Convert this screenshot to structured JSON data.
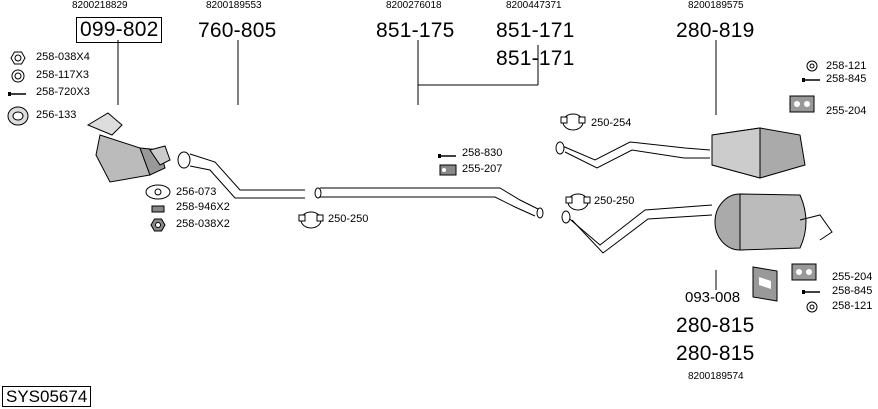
{
  "diagram": {
    "system_code": "SYS05674",
    "oem_numbers": [
      {
        "key": "oem_cat",
        "text": "8200218829"
      },
      {
        "key": "oem_front",
        "text": "8200189553"
      },
      {
        "key": "oem_mid",
        "text": "8200276018"
      },
      {
        "key": "oem_mid2",
        "text": "8200447371"
      },
      {
        "key": "oem_rear1",
        "text": "8200189575"
      },
      {
        "key": "oem_rear2",
        "text": "8200189574"
      }
    ],
    "main_parts": [
      {
        "key": "cat",
        "text": "099-802"
      },
      {
        "key": "front_pipe",
        "text": "760-805"
      },
      {
        "key": "mid_pipe",
        "text": "851-175"
      },
      {
        "key": "mid_alt1",
        "text": "851-171"
      },
      {
        "key": "mid_alt2",
        "text": "851-171"
      },
      {
        "key": "rear1",
        "text": "280-819"
      },
      {
        "key": "mount",
        "text": "093-008"
      },
      {
        "key": "rear2a",
        "text": "280-815"
      },
      {
        "key": "rear2b",
        "text": "280-815"
      }
    ],
    "small_parts": [
      {
        "key": "nut_top",
        "text": "258-038X4"
      },
      {
        "key": "washer",
        "text": "258-117X3"
      },
      {
        "key": "bolt_top",
        "text": "258-720X3"
      },
      {
        "key": "ring",
        "text": "256-133"
      },
      {
        "key": "gasket",
        "text": "256-073"
      },
      {
        "key": "bolt_x2",
        "text": "258-946X2"
      },
      {
        "key": "nut_x2",
        "text": "258-038X2"
      },
      {
        "key": "clamp_front",
        "text": "250-250"
      },
      {
        "key": "bolt_mid",
        "text": "258-830"
      },
      {
        "key": "hanger_mid",
        "text": "255-207"
      },
      {
        "key": "clamp_r1",
        "text": "250-254"
      },
      {
        "key": "clamp_r2",
        "text": "250-250"
      },
      {
        "key": "nut_r1",
        "text": "258-121"
      },
      {
        "key": "bolt_r1",
        "text": "258-845"
      },
      {
        "key": "hanger_r1",
        "text": "255-204"
      },
      {
        "key": "hanger_r2",
        "text": "255-204"
      },
      {
        "key": "bolt_r2",
        "text": "258-845"
      },
      {
        "key": "nut_r2",
        "text": "258-121"
      }
    ]
  }
}
